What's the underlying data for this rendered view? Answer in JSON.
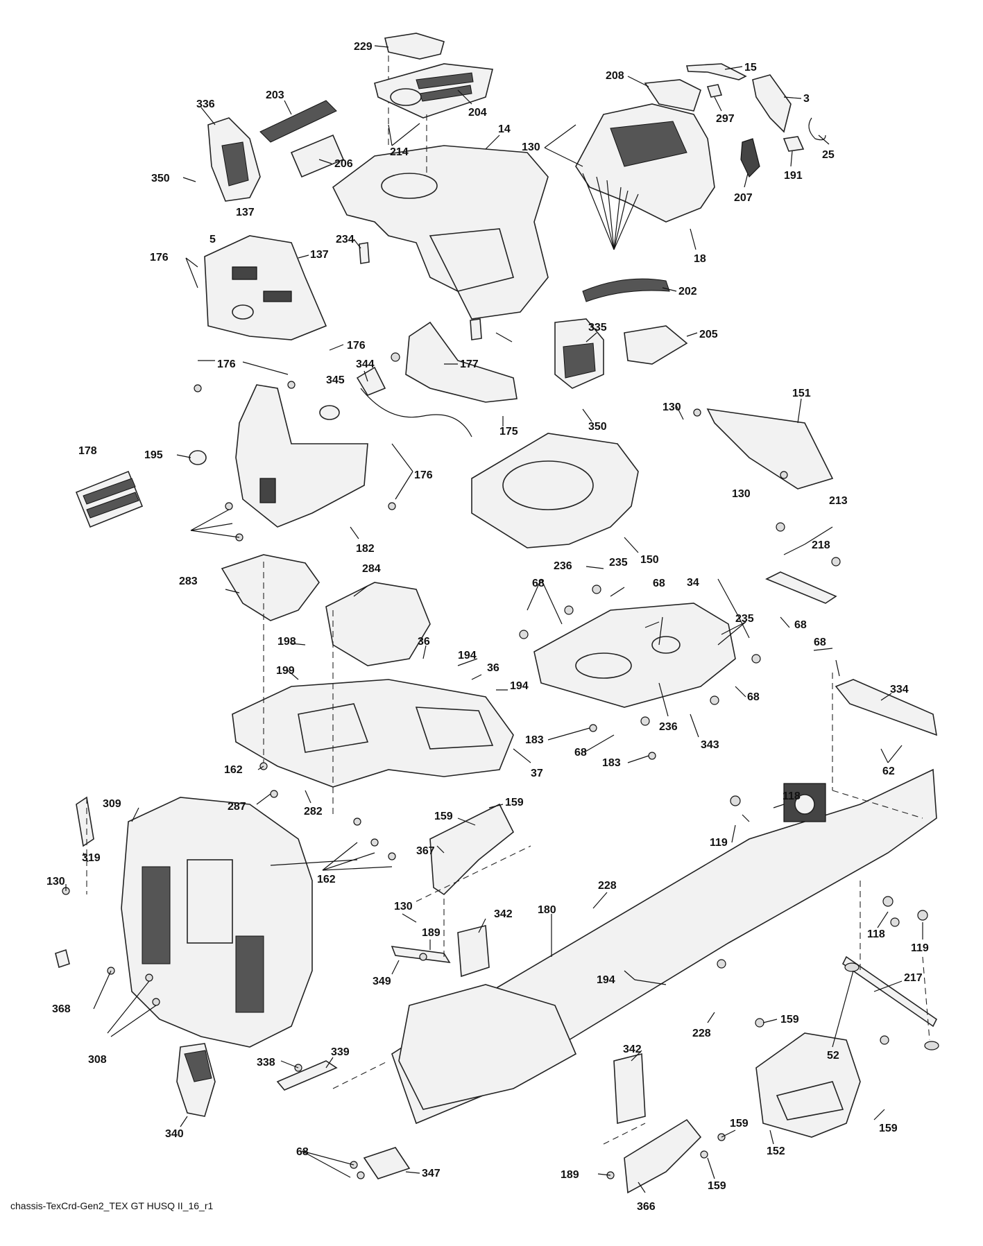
{
  "caption": "chassis-TexCrd-Gen2_TEX GT HUSQ II_16_r1",
  "labels": [
    "229",
    "15",
    "208",
    "3",
    "297",
    "25",
    "191",
    "207",
    "336",
    "203",
    "204",
    "14",
    "214",
    "206",
    "130",
    "18",
    "350",
    "137",
    "5",
    "234",
    "137",
    "176",
    "202",
    "176",
    "176",
    "177",
    "175",
    "344",
    "345",
    "335",
    "205",
    "350",
    "151",
    "130",
    "178",
    "195",
    "176",
    "182",
    "150",
    "130",
    "213",
    "218",
    "68",
    "68",
    "283",
    "284",
    "236",
    "235",
    "68",
    "34",
    "235",
    "68",
    "198",
    "36",
    "194",
    "199",
    "36",
    "194",
    "68",
    "236",
    "343",
    "183",
    "68",
    "183",
    "37",
    "162",
    "287",
    "282",
    "334",
    "62",
    "309",
    "159",
    "159",
    "367",
    "162",
    "319",
    "130",
    "118",
    "119",
    "228",
    "342",
    "130",
    "180",
    "189",
    "349",
    "118",
    "119",
    "194",
    "217",
    "368",
    "308",
    "228",
    "159",
    "52",
    "342",
    "338",
    "339",
    "340",
    "159",
    "159",
    "152",
    "68",
    "347",
    "189",
    "159",
    "366"
  ]
}
